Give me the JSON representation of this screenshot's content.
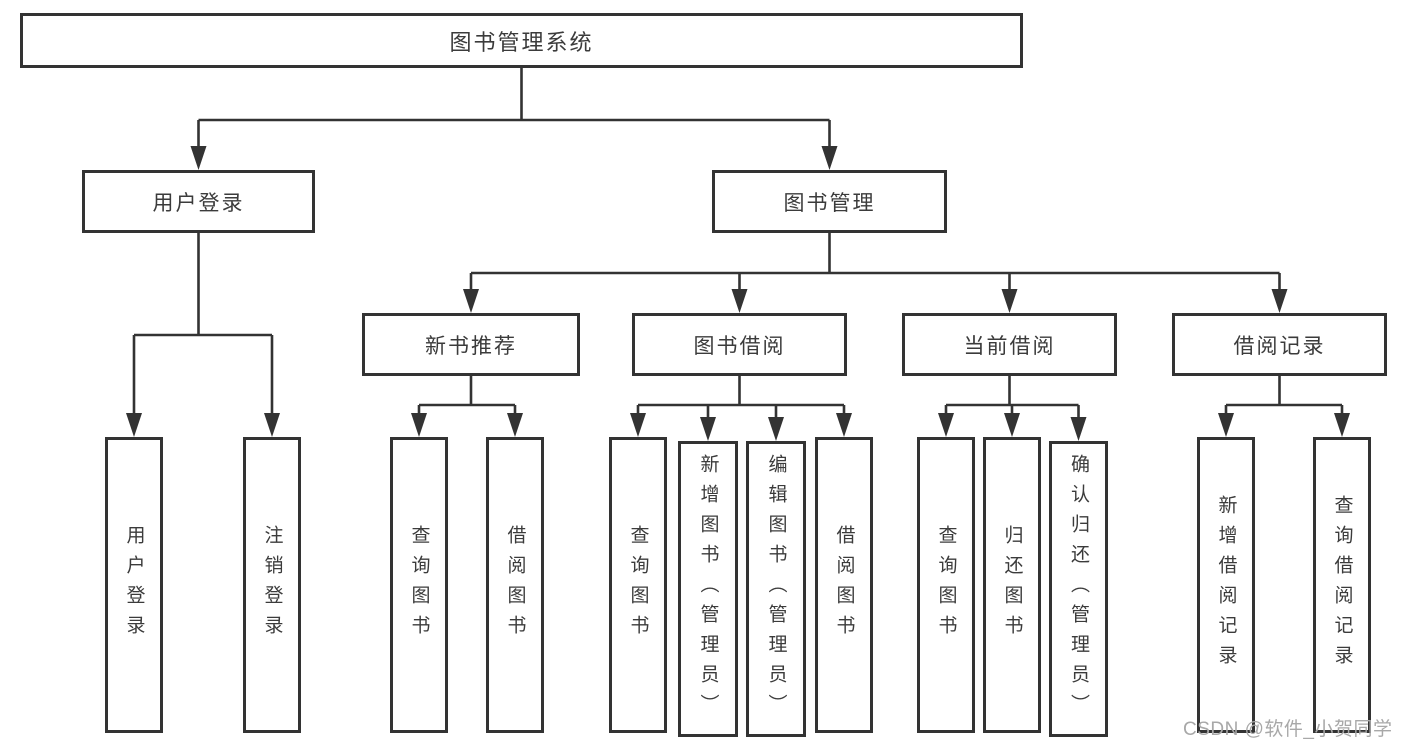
{
  "diagram": {
    "root": {
      "label": "图书管理系统"
    },
    "children": [
      {
        "label": "用户登录",
        "children": [
          {
            "label": "用户登录"
          },
          {
            "label": "注销登录"
          }
        ]
      },
      {
        "label": "图书管理",
        "children": [
          {
            "label": "新书推荐",
            "children": [
              {
                "label": "查询图书"
              },
              {
                "label": "借阅图书"
              }
            ]
          },
          {
            "label": "图书借阅",
            "children": [
              {
                "label": "查询图书"
              },
              {
                "label": "新增图书（管理员）"
              },
              {
                "label": "编辑图书（管理员）"
              },
              {
                "label": "借阅图书"
              }
            ]
          },
          {
            "label": "当前借阅",
            "children": [
              {
                "label": "查询图书"
              },
              {
                "label": "归还图书"
              },
              {
                "label": "确认归还（管理员）"
              }
            ]
          },
          {
            "label": "借阅记录",
            "children": [
              {
                "label": "新增借阅记录"
              },
              {
                "label": "查询借阅记录"
              }
            ]
          }
        ]
      }
    ]
  },
  "watermark": {
    "text": "CSDN @软件_小贺同学"
  },
  "colors": {
    "line": "#333333",
    "text": "#3b3b3b",
    "watermark": "#a8a8a8",
    "background": "#ffffff"
  }
}
